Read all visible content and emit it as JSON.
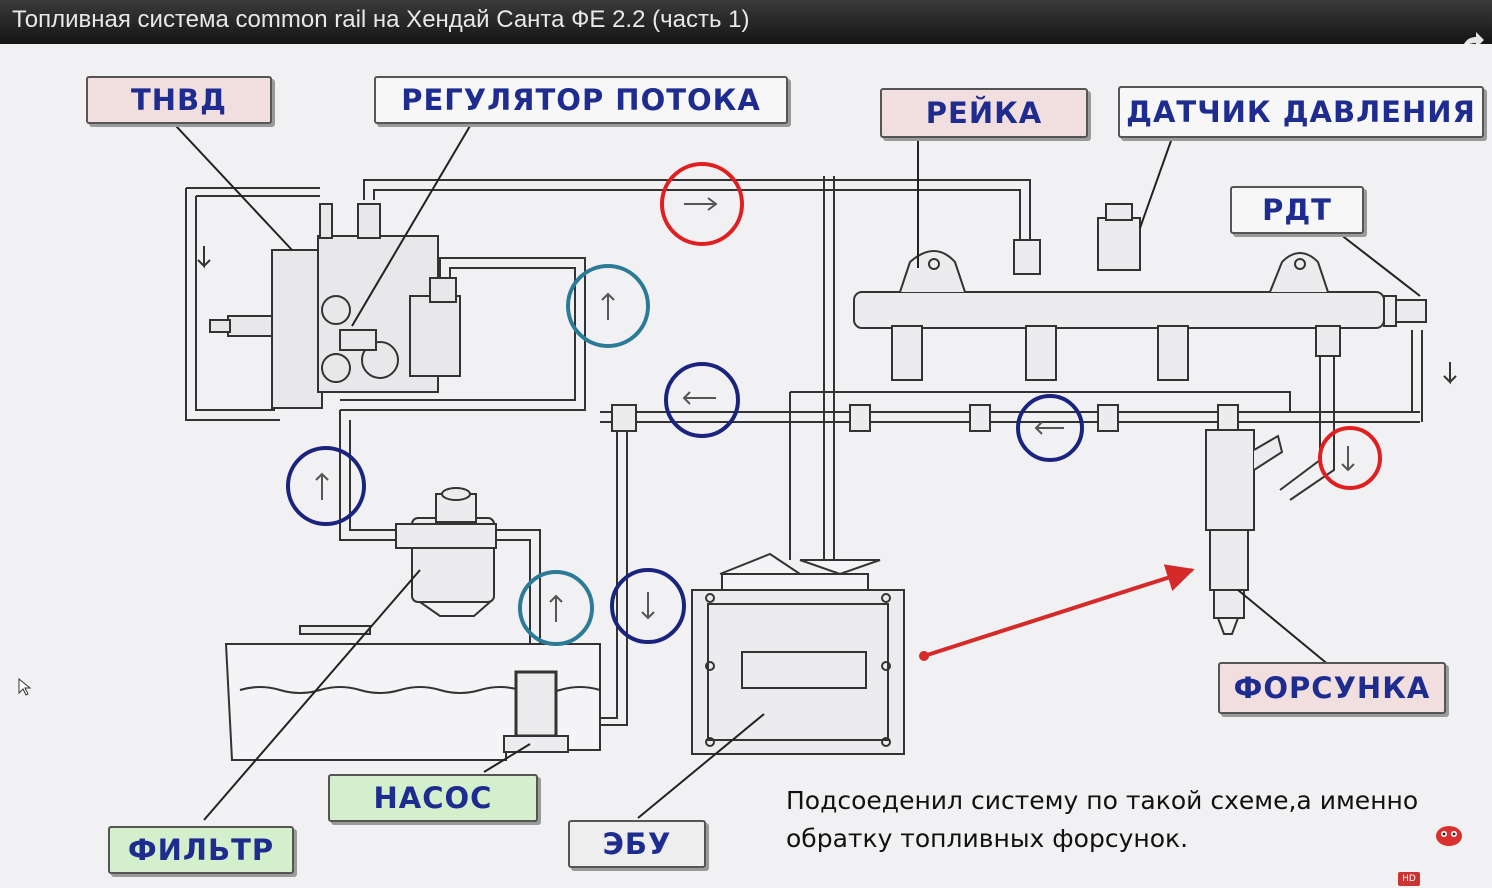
{
  "window": {
    "title": "Топливная система common rail на Хендай Санта ФЕ 2.2 (часть 1)"
  },
  "labels": {
    "tnvd": "ТНВД",
    "regulator": "РЕГУЛЯТОР ПОТОКА",
    "rail": "РЕЙКА",
    "sensor": "ДАТЧИК ДАВЛЕНИЯ",
    "rdt": "РДТ",
    "injector": "ФОРСУНКА",
    "pump": "НАСОС",
    "filter": "ФИЛЬТР",
    "ecu": "ЭБУ"
  },
  "caption": {
    "line1": "Подсоеденил систему по такой схеме,а именно",
    "line2": "обратку топливных форсунок."
  },
  "colors": {
    "label_text": "#1f2c8f",
    "circle_red": "#e02020",
    "circle_teal": "#2a7a98",
    "circle_navy": "#1a237e",
    "pointer_arrow": "#d42a2a"
  },
  "icons": [
    "share-icon",
    "mascot-icon",
    "hd-badge",
    "cursor-icon"
  ]
}
